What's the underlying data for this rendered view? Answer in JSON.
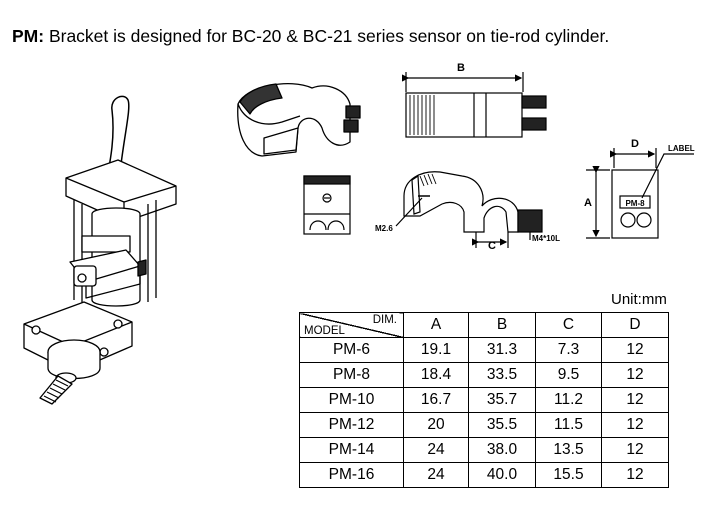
{
  "heading": {
    "prefix": "PM:",
    "text": " Bracket is designed for BC-20 & BC-21 series sensor on tie-rod cylinder."
  },
  "drawing_labels": {
    "dim_b": "B",
    "dim_c": "C",
    "dim_d": "D",
    "dim_a": "A",
    "label_callout": "LABEL",
    "label_plate": "PM-8",
    "screw_m26": "M2.6",
    "screw_m4": "M4*10L"
  },
  "unit": "Unit:mm",
  "table": {
    "header_dim": "DIM.",
    "header_model": "MODEL",
    "columns": [
      "A",
      "B",
      "C",
      "D"
    ],
    "rows": [
      {
        "model": "PM-6",
        "a": "19.1",
        "b": "31.3",
        "c": "7.3",
        "d": "12"
      },
      {
        "model": "PM-8",
        "a": "18.4",
        "b": "33.5",
        "c": "9.5",
        "d": "12"
      },
      {
        "model": "PM-10",
        "a": "16.7",
        "b": "35.7",
        "c": "11.2",
        "d": "12"
      },
      {
        "model": "PM-12",
        "a": "20",
        "b": "35.5",
        "c": "11.5",
        "d": "12"
      },
      {
        "model": "PM-14",
        "a": "24",
        "b": "38.0",
        "c": "13.5",
        "d": "12"
      },
      {
        "model": "PM-16",
        "a": "24",
        "b": "40.0",
        "c": "15.5",
        "d": "12"
      }
    ]
  }
}
